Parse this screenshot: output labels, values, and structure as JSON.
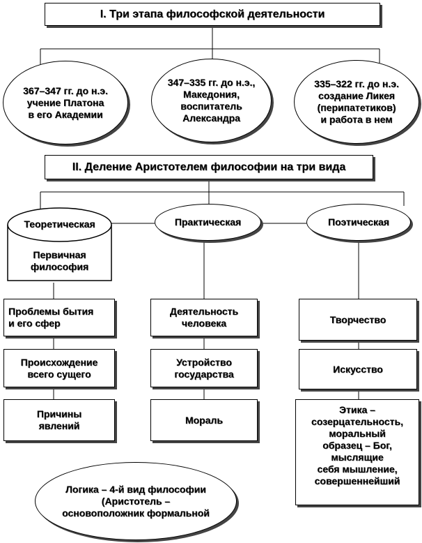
{
  "section1": {
    "title": "I. Три этапа философской деятельности"
  },
  "stages": [
    {
      "text": "367–347 гг. до н.э.\nучение  Платона\nв его Академии"
    },
    {
      "text": "347–335 гг. до н.э.,\nМакедония,\nвоспитатель\nАлександра"
    },
    {
      "text": "335–322 гг. до н.э.\nсоздание  Ликея\n(перипатетиков)\nи работа в нем"
    }
  ],
  "section2": {
    "title": "II. Деление Аристотелем философии на три вида"
  },
  "kinds": [
    {
      "label": "Теоретическая"
    },
    {
      "label": "Практическая"
    },
    {
      "label": "Поэтическая"
    }
  ],
  "theoretical_sub": "Первичная\nфилософия",
  "columns": [
    {
      "items": [
        "Проблемы  бытия\nи его сфер",
        "Происхождение\nвсего сущего",
        "Причины\nявлений"
      ]
    },
    {
      "items": [
        "Деятельность\nчеловека",
        "Устройство\nгосударства",
        "Мораль"
      ]
    },
    {
      "items": [
        "Творчество",
        "Искусство",
        "Этика  –\nсозерцательность,\nморальный\nобразец  – Бог,\nмыслящие\nсебя мышление,\nсовершеннейший"
      ]
    }
  ],
  "logic_note": "Логика  – 4-й вид философии\n(Аристотель  –\nосновоположник  формальной"
}
